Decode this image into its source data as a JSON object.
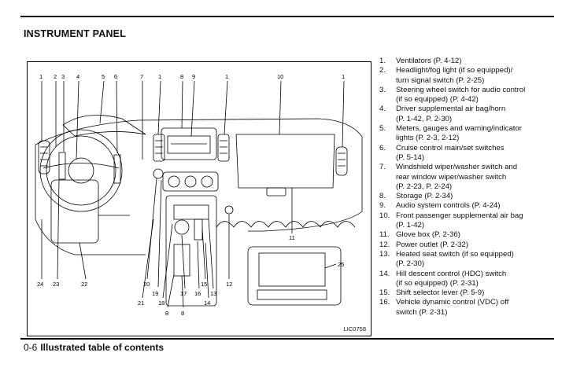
{
  "page": {
    "section_title": "INSTRUMENT PANEL",
    "footer_page": "0-6",
    "footer_title": "Illustrated table of contents"
  },
  "figure": {
    "code": "LIC0758",
    "callouts": [
      "1",
      "2",
      "3",
      "4",
      "5",
      "6",
      "7",
      "1",
      "8",
      "9",
      "1",
      "10",
      "1",
      "24",
      "23",
      "22",
      "20",
      "19",
      "21",
      "18",
      "17",
      "16",
      "15",
      "13",
      "12",
      "14",
      "8",
      "8",
      "11",
      "25"
    ],
    "inset_label": "25"
  },
  "legend": [
    {
      "num": "1.",
      "lines": [
        "Ventilators (P. 4-12)"
      ]
    },
    {
      "num": "2.",
      "lines": [
        "Headlight/fog light (if so equipped)/",
        "turn signal switch (P. 2-25)"
      ]
    },
    {
      "num": "3.",
      "lines": [
        "Steering wheel switch for audio control",
        "(if so equipped) (P. 4-42)"
      ]
    },
    {
      "num": "4.",
      "lines": [
        "Driver supplemental air bag/horn",
        "(P. 1-42, P. 2-30)"
      ]
    },
    {
      "num": "5.",
      "lines": [
        "Meters, gauges and warning/indicator",
        "lights (P. 2-3, 2-12)"
      ]
    },
    {
      "num": "6.",
      "lines": [
        "Cruise control main/set switches",
        "(P. 5-14)"
      ]
    },
    {
      "num": "7.",
      "lines": [
        "Windshield wiper/washer switch and",
        "rear window wiper/washer switch",
        "(P. 2-23, P. 2-24)"
      ]
    },
    {
      "num": "8.",
      "lines": [
        "Storage (P. 2-34)"
      ]
    },
    {
      "num": "9.",
      "lines": [
        "Audio system controls (P. 4-24)"
      ]
    },
    {
      "num": "10.",
      "lines": [
        "Front passenger supplemental air bag",
        "(P. 1-42)"
      ]
    },
    {
      "num": "11.",
      "lines": [
        "Glove box (P. 2-36)"
      ]
    },
    {
      "num": "12.",
      "lines": [
        "Power outlet (P. 2-32)"
      ]
    },
    {
      "num": "13.",
      "lines": [
        "Heated seat switch (if so equipped)",
        "(P. 2-30)"
      ]
    },
    {
      "num": "14.",
      "lines": [
        "Hill descent control (HDC) switch",
        "(if so equipped) (P. 2-31)"
      ]
    },
    {
      "num": "15.",
      "lines": [
        "Shift selector lever (P. 5-9)"
      ]
    },
    {
      "num": "16.",
      "lines": [
        "Vehicle dynamic control (VDC) off",
        "switch (P. 2-31)"
      ]
    }
  ]
}
